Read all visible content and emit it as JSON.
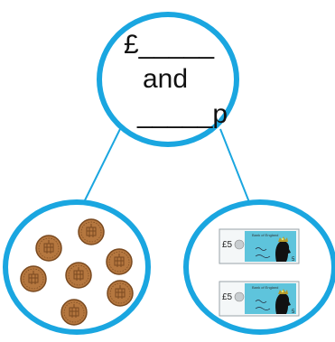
{
  "whole": {
    "pounds_prompt": "£_____",
    "connector": "and",
    "pence_prompt": "_____p"
  },
  "colors": {
    "outline": "#1aa6e0",
    "coin": "#b5773f",
    "coin_dark": "#7a4a20",
    "note": "#5ec4dc"
  },
  "parts": {
    "left": {
      "item": "2p coin",
      "count": 7,
      "icon": "coin-icon"
    },
    "right": {
      "item": "£5 note",
      "count": 2,
      "icon": "banknote-icon",
      "note_labels": {
        "value": "£5",
        "bank": "Bank of England",
        "corner": "5"
      }
    }
  }
}
